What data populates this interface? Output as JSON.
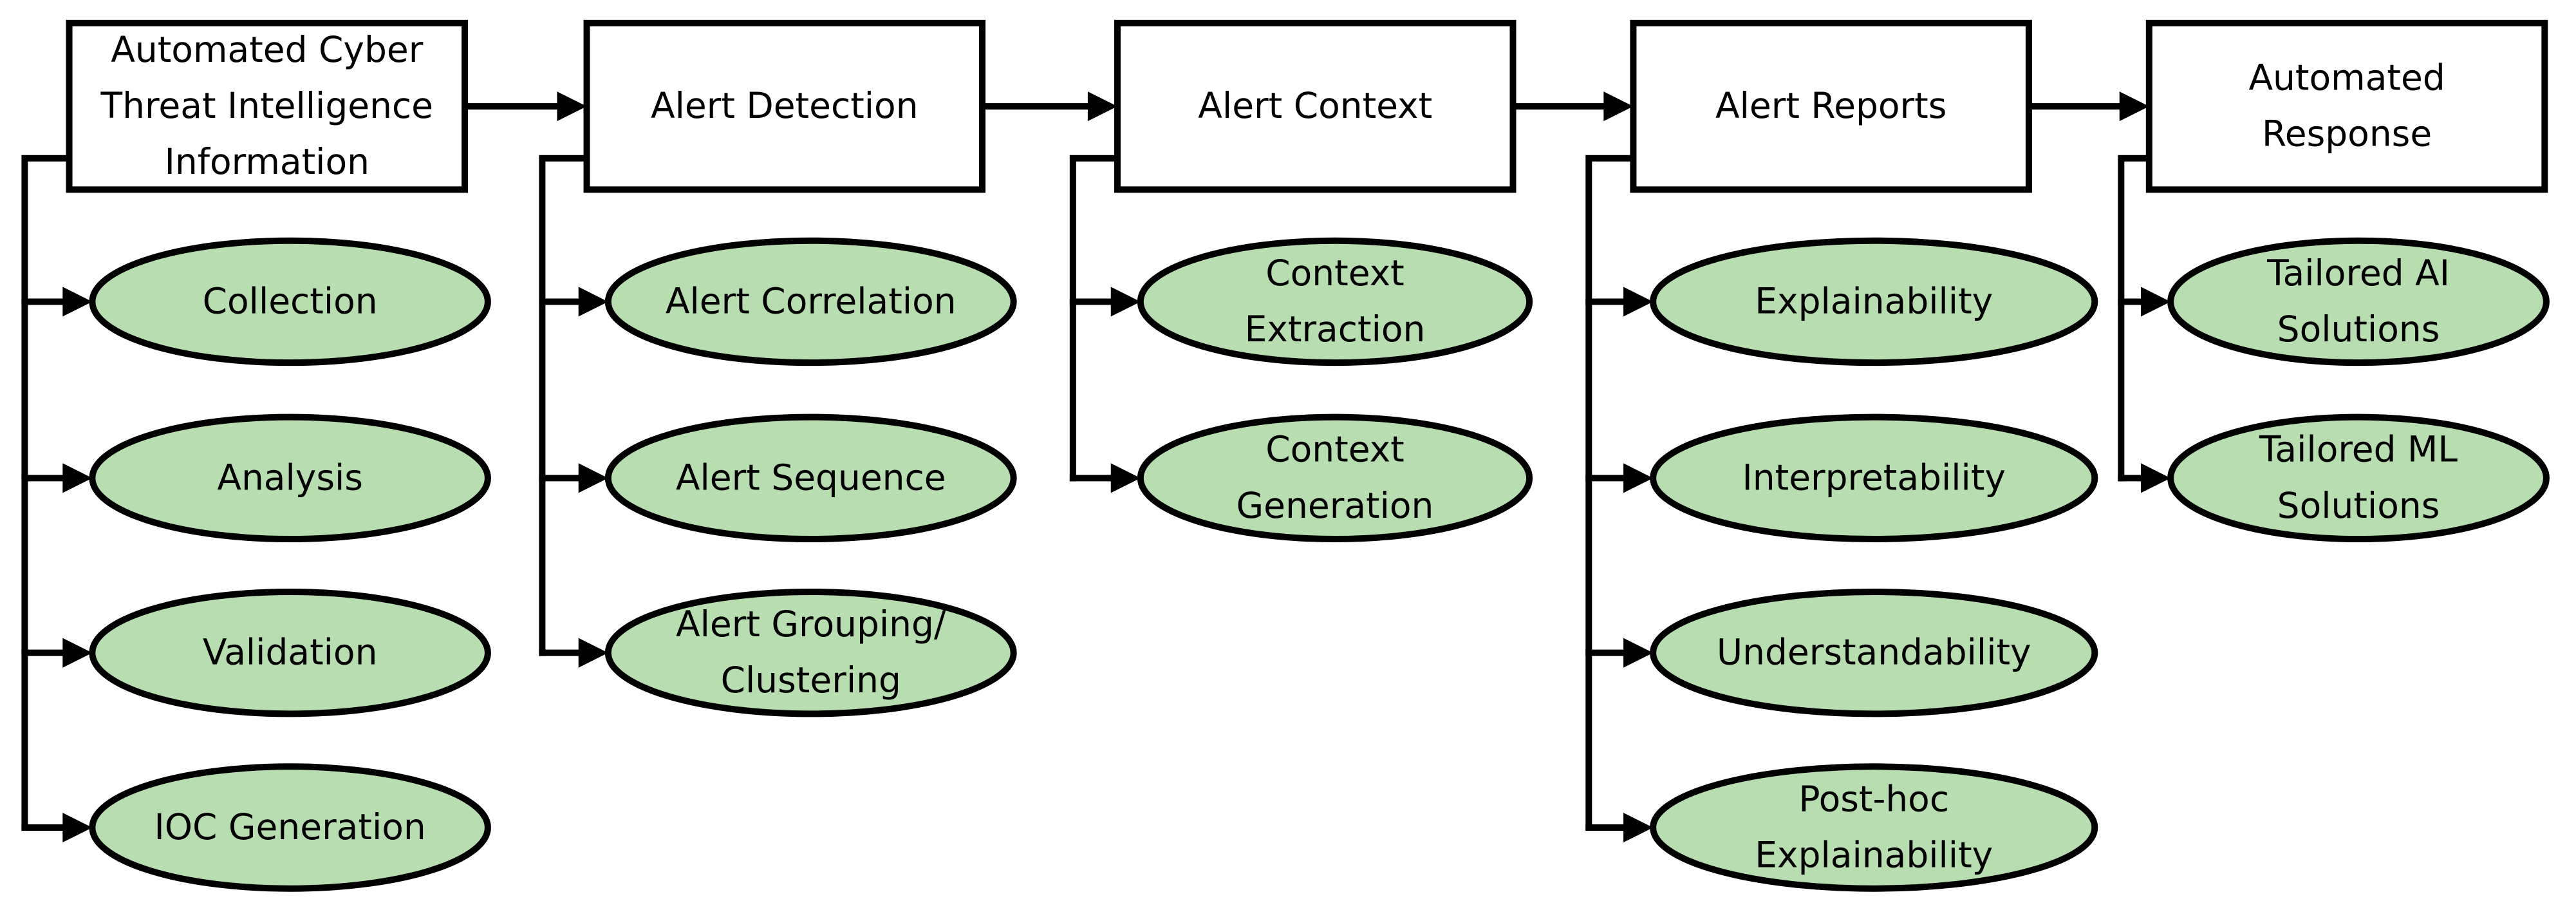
{
  "colors": {
    "box_fill": "#ffffff",
    "ellipse_fill": "#b8ddb0",
    "line": "#000000"
  },
  "stages": [
    {
      "title": [
        "Automated Cyber",
        "Threat Intelligence",
        "Information"
      ],
      "items": [
        [
          "Collection"
        ],
        [
          "Analysis"
        ],
        [
          "Validation"
        ],
        [
          "IOC Generation"
        ]
      ]
    },
    {
      "title": [
        "Alert Detection"
      ],
      "items": [
        [
          "Alert Correlation"
        ],
        [
          "Alert Sequence"
        ],
        [
          "Alert Grouping/",
          "Clustering"
        ]
      ]
    },
    {
      "title": [
        "Alert Context"
      ],
      "items": [
        [
          "Context",
          "Extraction"
        ],
        [
          "Context",
          "Generation"
        ]
      ]
    },
    {
      "title": [
        "Alert Reports"
      ],
      "items": [
        [
          "Explainability"
        ],
        [
          "Interpretability"
        ],
        [
          "Understandability"
        ],
        [
          "Post-hoc",
          "Explainability"
        ]
      ]
    },
    {
      "title": [
        "Automated",
        "Response"
      ],
      "items": [
        [
          "Tailored AI",
          "Solutions"
        ],
        [
          "Tailored ML",
          "Solutions"
        ]
      ]
    }
  ]
}
